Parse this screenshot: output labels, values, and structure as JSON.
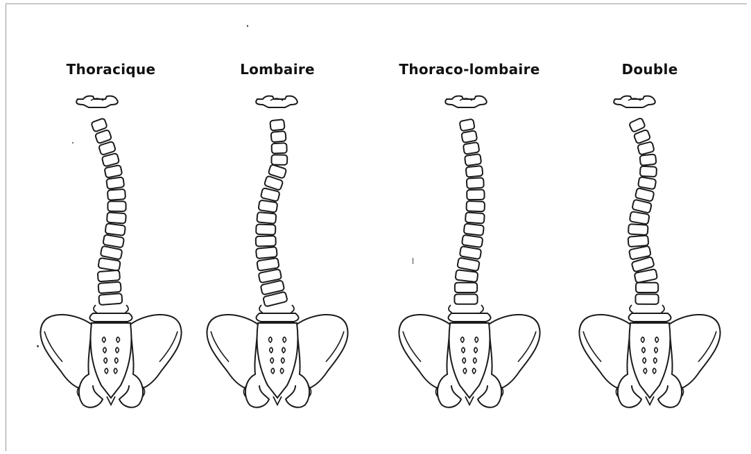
{
  "diagram": {
    "types": [
      {
        "id": "thoracique",
        "label": "Thoracique"
      },
      {
        "id": "lombaire",
        "label": "Lombaire"
      },
      {
        "id": "thoraco-lombaire",
        "label": "Thoraco-lombaire"
      },
      {
        "id": "double",
        "label": "Double"
      }
    ]
  }
}
